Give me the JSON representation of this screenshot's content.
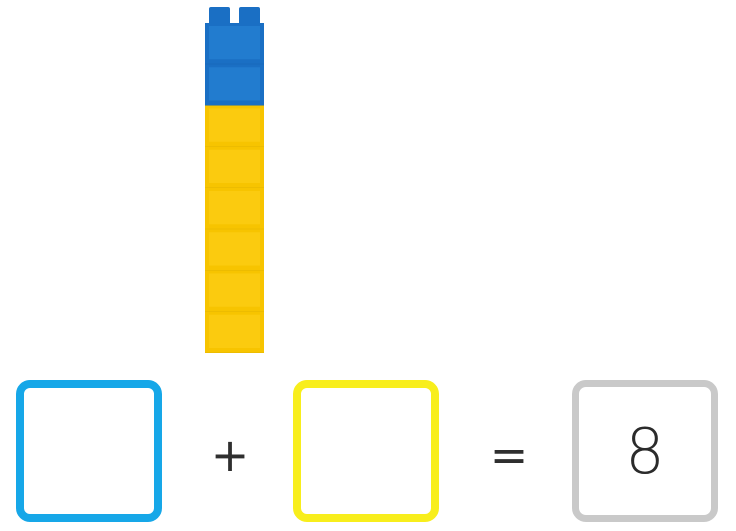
{
  "tower": {
    "blue_cubes": 2,
    "yellow_cubes": 6,
    "blue_color": "#1a6fc4",
    "blue_light": "#2a86d8",
    "yellow_color": "#f7c400",
    "yellow_light": "#ffd21c"
  },
  "equation": {
    "first_box": "",
    "operator": "+",
    "second_box": "",
    "equals": "=",
    "result": "8",
    "first_box_color": "#16a7e8",
    "second_box_color": "#f8ee1c",
    "result_box_color": "#c9c9c9"
  }
}
